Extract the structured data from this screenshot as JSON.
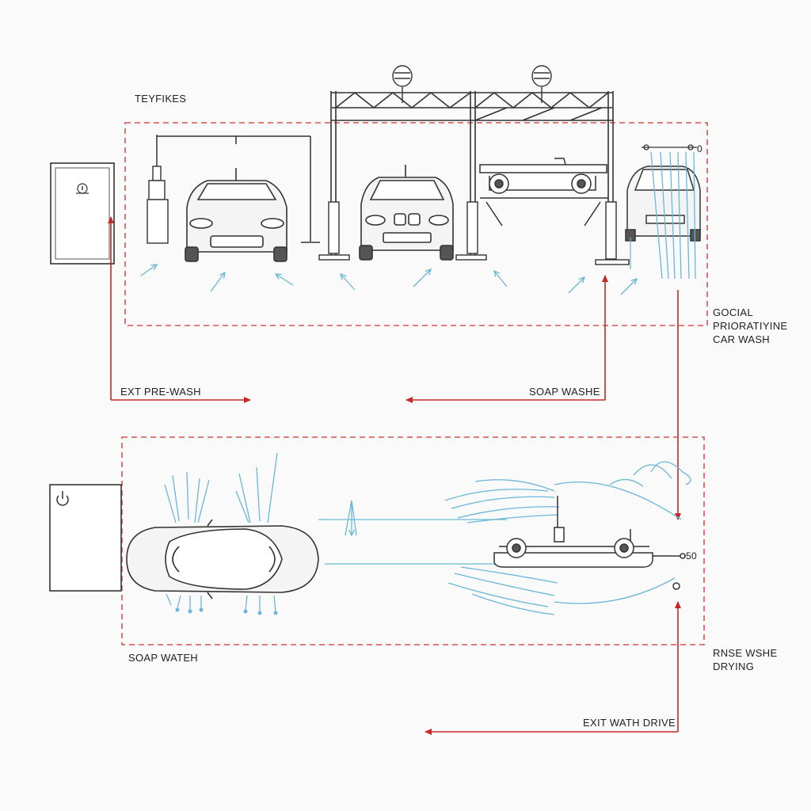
{
  "labels": {
    "top_left_title": "TEYFIKES",
    "right_title_line1": "GOCIAL",
    "right_title_line2": "PRIORATIYINE",
    "right_title_line3": "CAR WASH",
    "exit_pre_wash": "EXT PRE-WASH",
    "soap_washe": "SOAP WASHE",
    "soap_watch": "SOAP WATEH",
    "rinse_line1": "RNSE WSHE",
    "rinse_line2": "DRYING",
    "exit_wash_drive": "EXIT WATH DRIVE",
    "gauge_top": "0",
    "gauge_bottom": "50"
  },
  "colors": {
    "ink": "#333333",
    "flow_arrow": "#c62828",
    "zone_border": "#d9534f",
    "water": "#6ab7d8",
    "car_fill": "#f4f4f4"
  }
}
